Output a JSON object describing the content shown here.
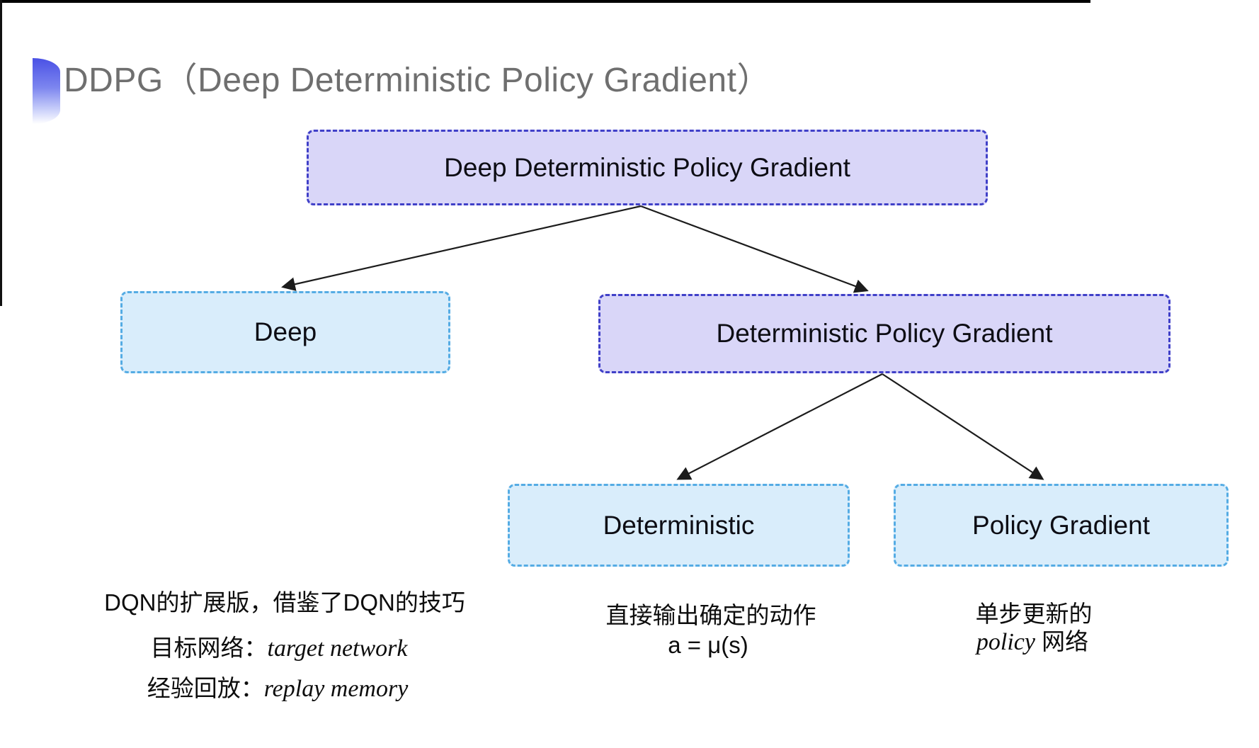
{
  "header": {
    "title": "DDPG（Deep Deterministic Policy Gradient）",
    "title_color": "#6f6f6f",
    "bullet_icon": "half-circle-gradient",
    "bullet_color_top": "#4a51e5",
    "bullet_color_bottom": "#ffffff"
  },
  "diagram": {
    "style": {
      "purple_fill": "#d9d6f8",
      "purple_border": "#4040c8",
      "cyan_fill": "#d9edfb",
      "cyan_border": "#55ace4",
      "arrow_color": "#1c1c1c",
      "node_text_color": "#0d0d14"
    },
    "nodes": {
      "root": {
        "label": "Deep Deterministic Policy Gradient",
        "variant": "purple"
      },
      "deep": {
        "label": "Deep",
        "variant": "cyan"
      },
      "dpg": {
        "label": "Deterministic Policy Gradient",
        "variant": "purple"
      },
      "deterministic": {
        "label": "Deterministic",
        "variant": "cyan"
      },
      "policy_gradient": {
        "label": "Policy Gradient",
        "variant": "cyan"
      }
    },
    "edges": [
      {
        "from": "root",
        "to": "deep"
      },
      {
        "from": "root",
        "to": "dpg"
      },
      {
        "from": "dpg",
        "to": "deterministic"
      },
      {
        "from": "dpg",
        "to": "policy_gradient"
      }
    ]
  },
  "notes": {
    "deep": {
      "line1": "DQN的扩展版，借鉴了DQN的技巧",
      "line2_label": "目标网络：",
      "line2_value": "target network",
      "line3_label": "经验回放：",
      "line3_value": "replay memory"
    },
    "deterministic": {
      "line1": "直接输出确定的动作",
      "formula": "a = μ(s)"
    },
    "policy_gradient": {
      "line1": "单步更新的",
      "line2_italic": "policy",
      "line2_rest": " 网络"
    }
  }
}
